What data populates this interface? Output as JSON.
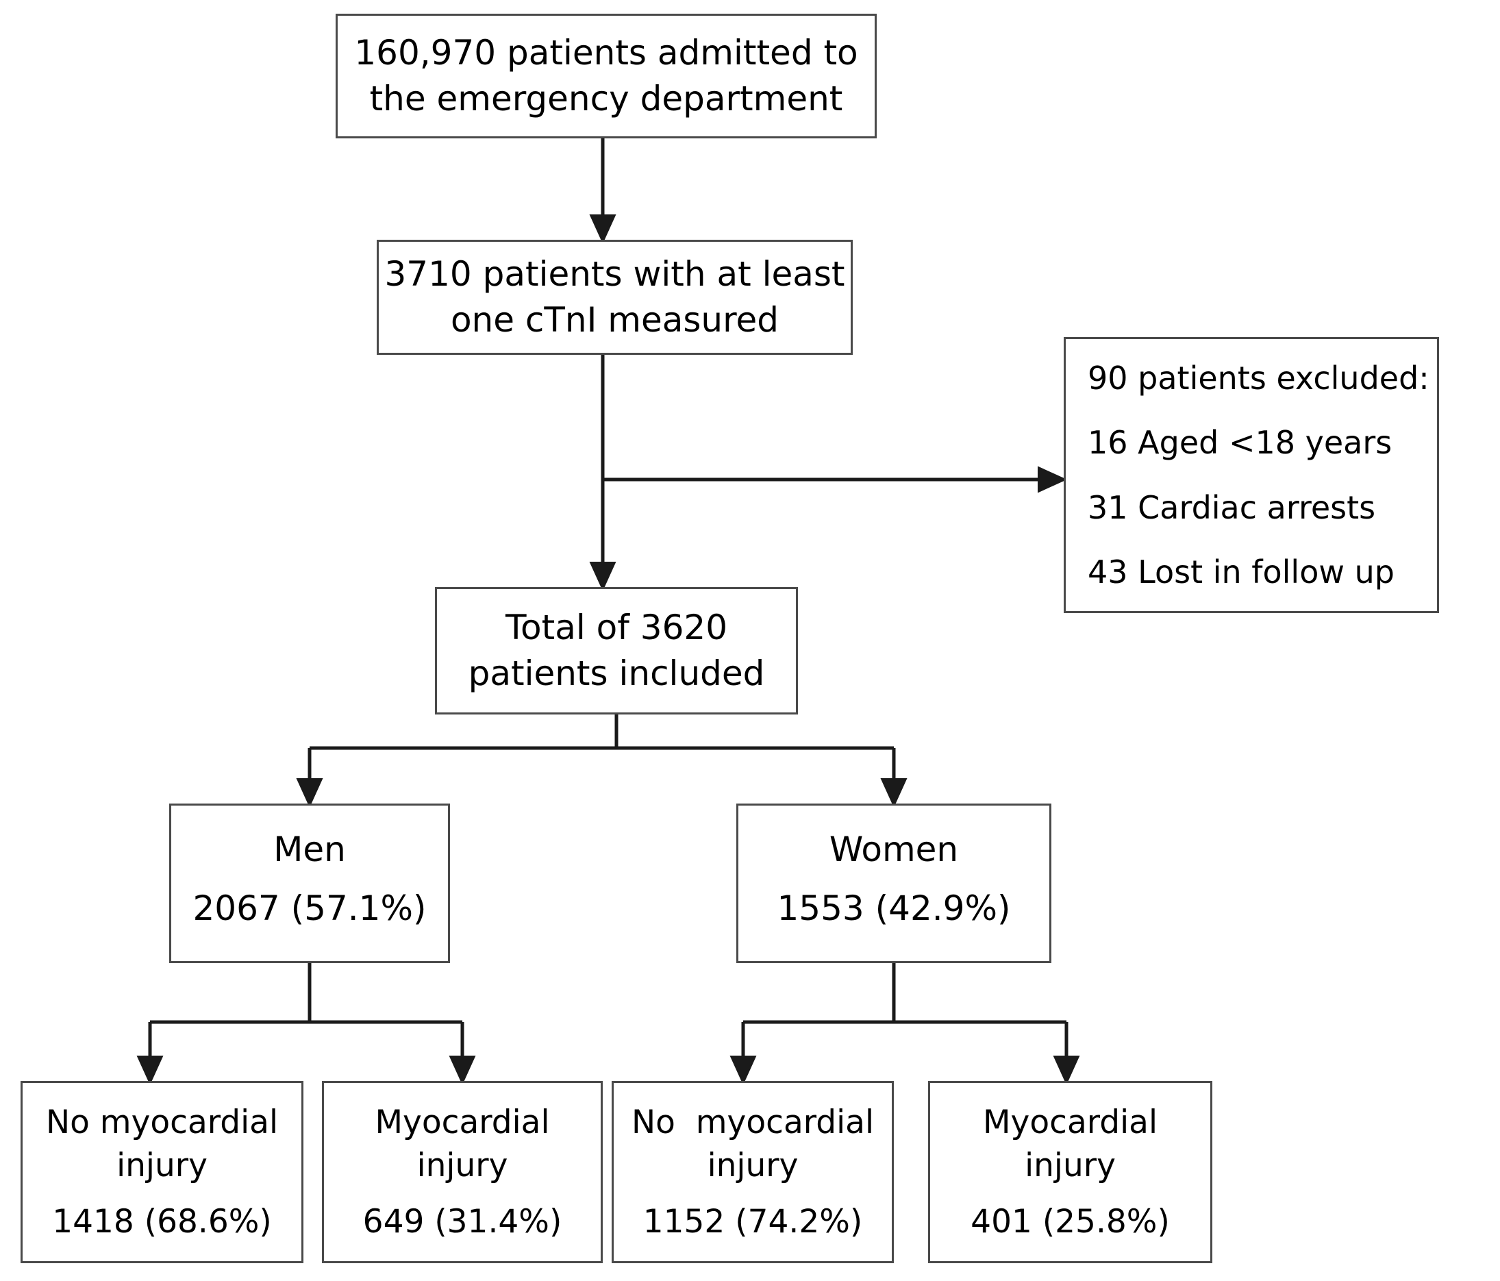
{
  "diagram": {
    "type": "patient-flow-chart",
    "title": "",
    "nodes": {
      "admitted": {
        "line1": "160,970 patients admitted to",
        "line2": "the emergency department"
      },
      "ctni": {
        "line1": "3710 patients with at least",
        "line2": "one cTnI measured"
      },
      "excluded": {
        "line1": "90 patients excluded:",
        "line2": "16 Aged <18 years",
        "line3": "31 Cardiac arrests",
        "line4": "43 Lost in follow up"
      },
      "total": {
        "line1": "Total of 3620",
        "line2": "patients included"
      },
      "men": {
        "label": "Men",
        "value": "2067 (57.1%)"
      },
      "women": {
        "label": "Women",
        "value": "1553 (42.9%)"
      },
      "men_no_injury": {
        "line1": "No myocardial",
        "line2": "injury",
        "value": "1418 (68.6%)"
      },
      "men_injury": {
        "line1": "Myocardial",
        "line2": "injury",
        "value": "649 (31.4%)"
      },
      "women_no_injury": {
        "line1": "No  myocardial",
        "line2": "injury",
        "value": "1152 (74.2%)"
      },
      "women_injury": {
        "line1": "Myocardial",
        "line2": "injury",
        "value": "401 (25.8%)"
      }
    },
    "colors": {
      "box_border": "#4a4a4a",
      "connector": "#1a1a1a",
      "text": "#000000",
      "background": "#ffffff"
    }
  }
}
